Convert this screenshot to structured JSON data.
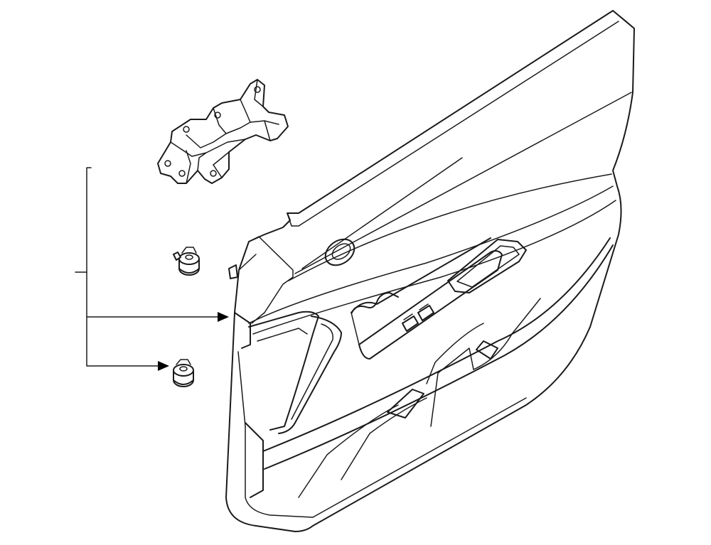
{
  "diagram": {
    "type": "exploded-parts-illustration",
    "line_color": "#1a1a1a",
    "background": "#ffffff",
    "parts": [
      {
        "name": "door-trim-panel"
      },
      {
        "name": "inside-handle-bracket"
      },
      {
        "name": "clip-fastener-upper"
      },
      {
        "name": "clip-fastener-lower"
      }
    ],
    "callouts": [
      {
        "from": "bracket-line",
        "to": "door-trim-panel"
      },
      {
        "from": "bracket-line",
        "to": "clip-fastener-lower"
      }
    ]
  }
}
